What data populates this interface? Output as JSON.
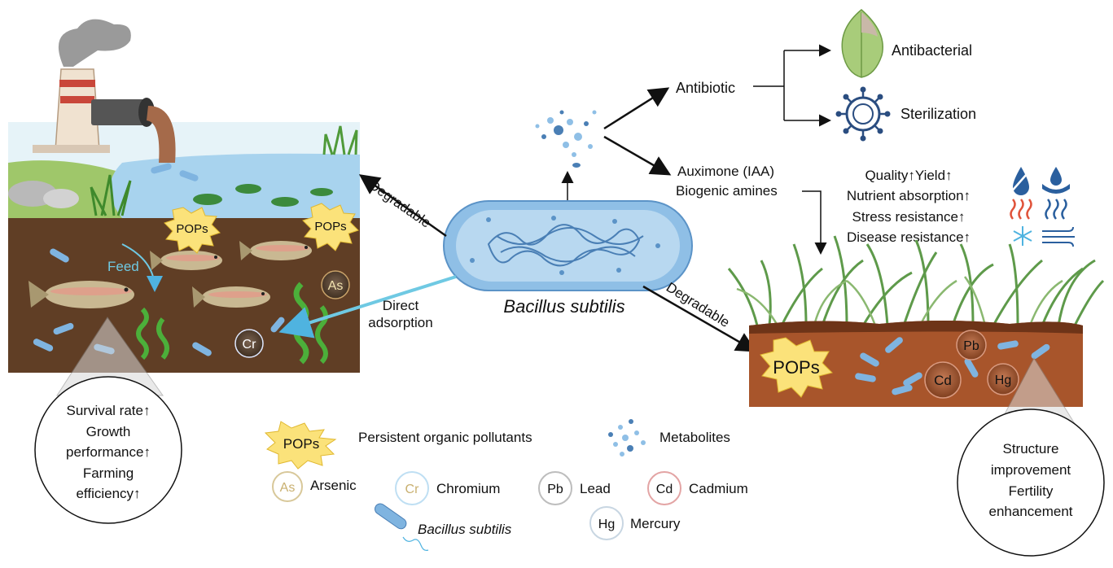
{
  "center": {
    "name": "Bacillus subtilis"
  },
  "arrows": {
    "degradable_left": "Degradable",
    "degradable_right": "Degradable",
    "direct_adsorption": [
      "Direct",
      "adsorption"
    ]
  },
  "products": {
    "antibiotic": "Antibiotic",
    "antibacterial": "Antibacterial",
    "sterilization": "Sterilization",
    "auximone": "Auximone (IAA)",
    "biogenic": "Biogenic amines"
  },
  "plant_effects": [
    "Quality↑Yield↑",
    "Nutrient absorption↑",
    "Stress resistance↑",
    "Disease resistance↑"
  ],
  "aquatic": {
    "pops_1": "POPs",
    "pops_2": "POPs",
    "feed": "Feed",
    "as": "As",
    "cr": "Cr",
    "benefits": [
      "Survival rate↑",
      "Growth",
      "performance↑",
      "Farming",
      "efficiency↑"
    ]
  },
  "soil": {
    "pops": "POPs",
    "pb": "Pb",
    "cd": "Cd",
    "hg": "Hg",
    "benefits": [
      "Structure",
      "improvement",
      "Fertility",
      "enhancement"
    ]
  },
  "legend": {
    "pops_badge": "POPs",
    "pops_text": "Persistent organic pollutants",
    "metabolites": "Metabolites",
    "as_badge": "As",
    "as_text": "Arsenic",
    "cr_badge": "Cr",
    "cr_text": "Chromium",
    "pb_badge": "Pb",
    "pb_text": "Lead",
    "cd_badge": "Cd",
    "cd_text": "Cadmium",
    "hg_badge": "Hg",
    "hg_text": "Mercury",
    "bacillus_text": "Bacillus subtilis"
  },
  "colors": {
    "bacterium": "#8fbfe6",
    "water": "#a8d3ee",
    "soil": "#7a4a2a",
    "plant_soil": "#a8552b",
    "pops": "#fbe27a"
  }
}
